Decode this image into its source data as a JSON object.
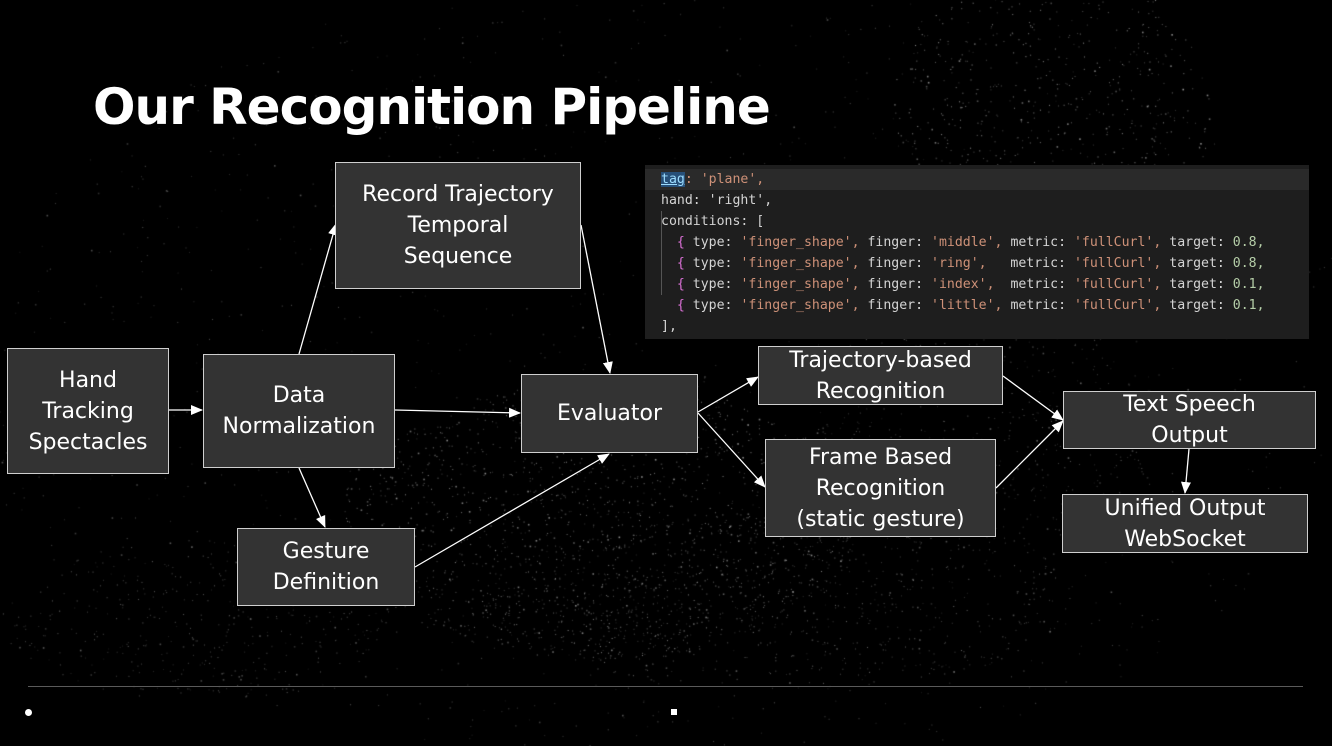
{
  "title": "Our Recognition Pipeline",
  "nodes": {
    "hand_tracking": "Hand\nTracking\nSpectacles",
    "data_normalization": "Data\nNormalization",
    "record_trajectory": "Record Trajectory\nTemporal\nSequence",
    "gesture_definition": "Gesture\nDefinition",
    "evaluator": "Evaluator",
    "trajectory_recognition": "Trajectory-based\nRecognition",
    "frame_recognition": "Frame Based\nRecognition\n(static gesture)",
    "text_speech": "Text Speech\nOutput",
    "unified_output": "Unified Output\nWebSocket"
  },
  "code": {
    "line1_key": "tag",
    "line1_rest": ": 'plane',",
    "line2": "hand: 'right',",
    "line3": "conditions: [",
    "conditions": [
      {
        "finger": "'middle',",
        "pad": " ",
        "target": "0.8,"
      },
      {
        "finger": "'ring',",
        "pad": "   ",
        "target": "0.8,"
      },
      {
        "finger": "'index',",
        "pad": "  ",
        "target": "0.1,"
      },
      {
        "finger": "'little',",
        "pad": " ",
        "target": "0.1,"
      }
    ],
    "type_label": "type:",
    "type_value": "'finger_shape',",
    "finger_label": "finger:",
    "metric_label": "metric:",
    "metric_value": "'fullCurl',",
    "target_label": "target:",
    "close": "],"
  },
  "colors": {
    "background": "#000000",
    "node_fill": "#333333",
    "node_border": "#cfcfcf",
    "arrow": "#ffffff",
    "code_background": "#1e1e1e",
    "code_string": "#ce9178",
    "code_number": "#b5cea8"
  }
}
